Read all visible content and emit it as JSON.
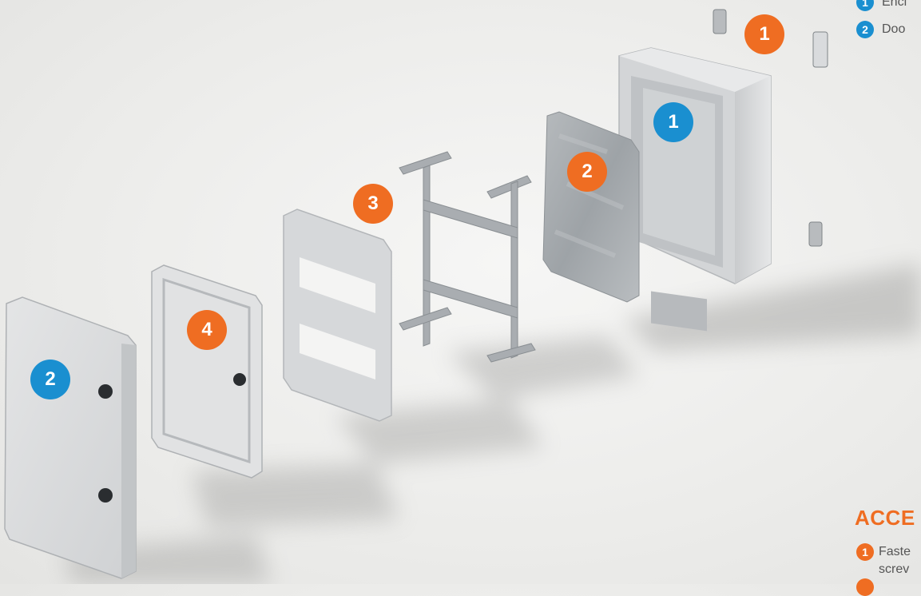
{
  "badges": {
    "fastening_orange": "1",
    "enclosure_blue": "1",
    "mounting_plate_orange": "2",
    "rails_orange": "3",
    "inner_door_orange": "4",
    "door_blue": "2"
  },
  "legend": {
    "item1_num": "1",
    "item1_label": "Encl",
    "item2_num": "2",
    "item2_label": "Doo"
  },
  "accessories": {
    "title": "ACCE",
    "item1_num": "1",
    "item1_line1": "Faste",
    "item1_line2": "screv"
  },
  "colors": {
    "orange": "#ef6d22",
    "blue": "#1a8fd0"
  }
}
